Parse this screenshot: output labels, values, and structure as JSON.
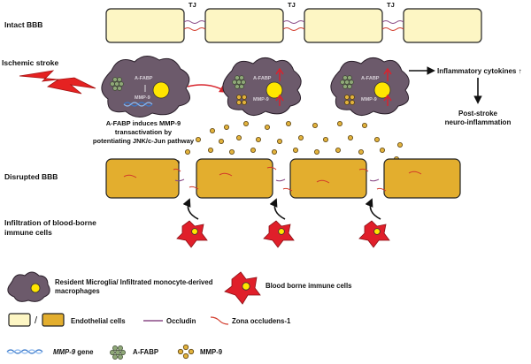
{
  "labels": {
    "intact_bbb": "Intact BBB",
    "tj": "TJ",
    "ischemic_stroke": "Ischemic stroke",
    "afabp_caption": [
      "A-FABP induces MMP-9",
      "transactivation by",
      "potentiating JNK/c-Jun pathway"
    ],
    "cell_afabp": "A-FABP",
    "cell_mmp9": "MMP-9",
    "inflammatory": "Inflammatory cytokines ↑",
    "post_stroke": [
      "Post-stroke",
      "neuro-inflammation"
    ],
    "disrupted_bbb": "Disrupted BBB",
    "infiltration": [
      "Infiltration of blood-borne",
      "immune cells"
    ]
  },
  "legend": {
    "microglia": [
      "Resident Microglia/ Infiltrated monocyte-derived",
      "macrophages"
    ],
    "immune": "Blood borne immune cells",
    "slash": "/",
    "endothelial": "Endothelial  cells",
    "occludin": "Occludin",
    "zo1": "Zona occludens-1",
    "mmp9_gene": "MMP-9",
    "mmp9_gene_suffix": " gene",
    "afabp": "A-FABP",
    "mmp9": "MMP-9"
  },
  "colors": {
    "intact_cell": "#fdf6c4",
    "disrupted_cell": "#e3ae2e",
    "microglia": "#6c5a6b",
    "nucleus": "#ffe600",
    "immune_cell": "#e01f2a",
    "afabp": "#8fa878",
    "mmp9": "#e2b23c",
    "occludin": "#8a4a86",
    "zo1": "#d23a2a",
    "lightning": "#e52222"
  },
  "icons": [
    "lightning-icon",
    "microglia-icon",
    "immune-cell-icon",
    "mmp9-gene-icon",
    "afabp-cluster-icon",
    "mmp9-cluster-icon",
    "arrow-icon"
  ]
}
